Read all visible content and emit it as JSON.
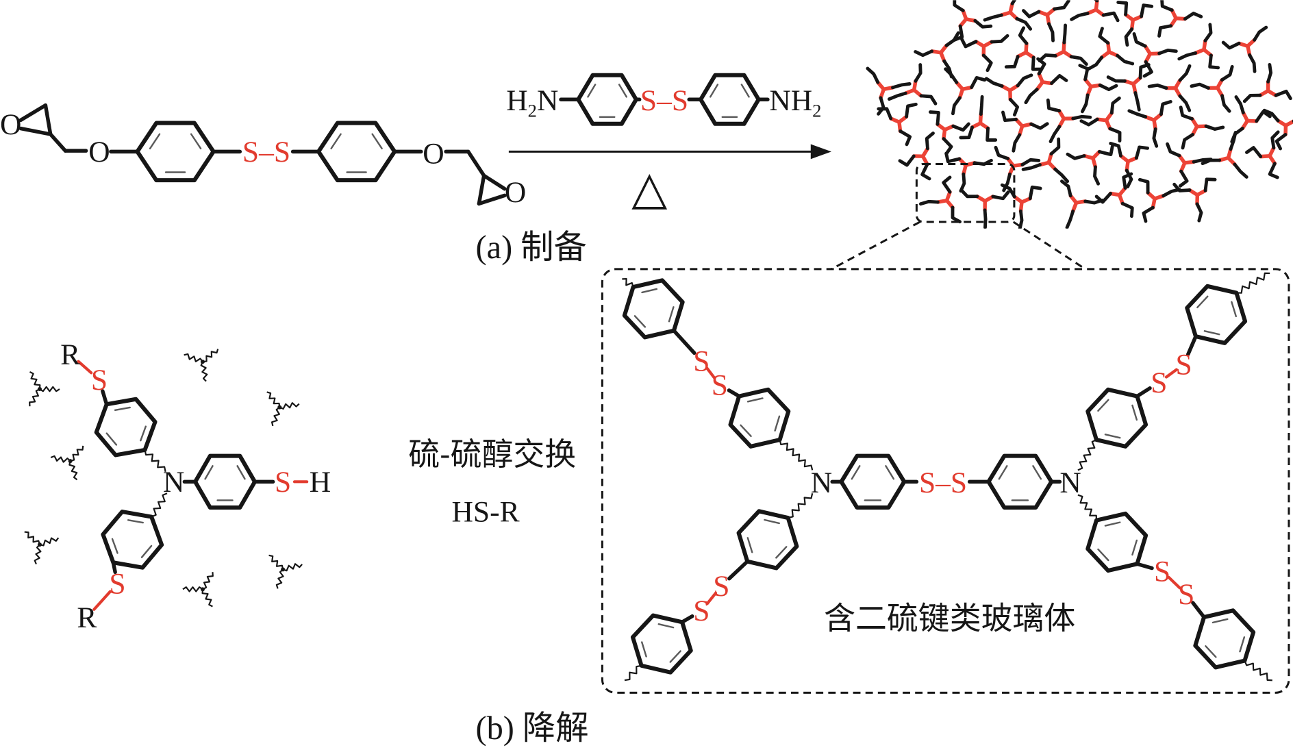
{
  "panel_a": {
    "caption": "(a) 制备",
    "monomer": {
      "oxygen": "O",
      "disulfide": "S–S"
    },
    "reagent": {
      "left_h": "H",
      "left_sub": "2",
      "left_n": "N",
      "disulfide": "S–S",
      "right_nh": "NH",
      "right_sub": "2"
    },
    "condition_symbol": "△"
  },
  "panel_b": {
    "caption": "(b) 降解",
    "exchange_label": "硫-硫醇交换",
    "thiol_label": "HS-R",
    "network_label": "含二硫键类玻璃体",
    "degraded_fragment": {
      "r_group": "R",
      "sulfur": "S",
      "nitrogen": "N",
      "hydrogen": "H"
    },
    "network_unit": {
      "nitrogen": "N",
      "sulfur": "S",
      "disulfide": "S–S"
    }
  },
  "colors": {
    "disulfide": "#e23b2e",
    "bond": "#161616",
    "network_red": "#ec4336",
    "double_bond": "#5a5a5a"
  }
}
